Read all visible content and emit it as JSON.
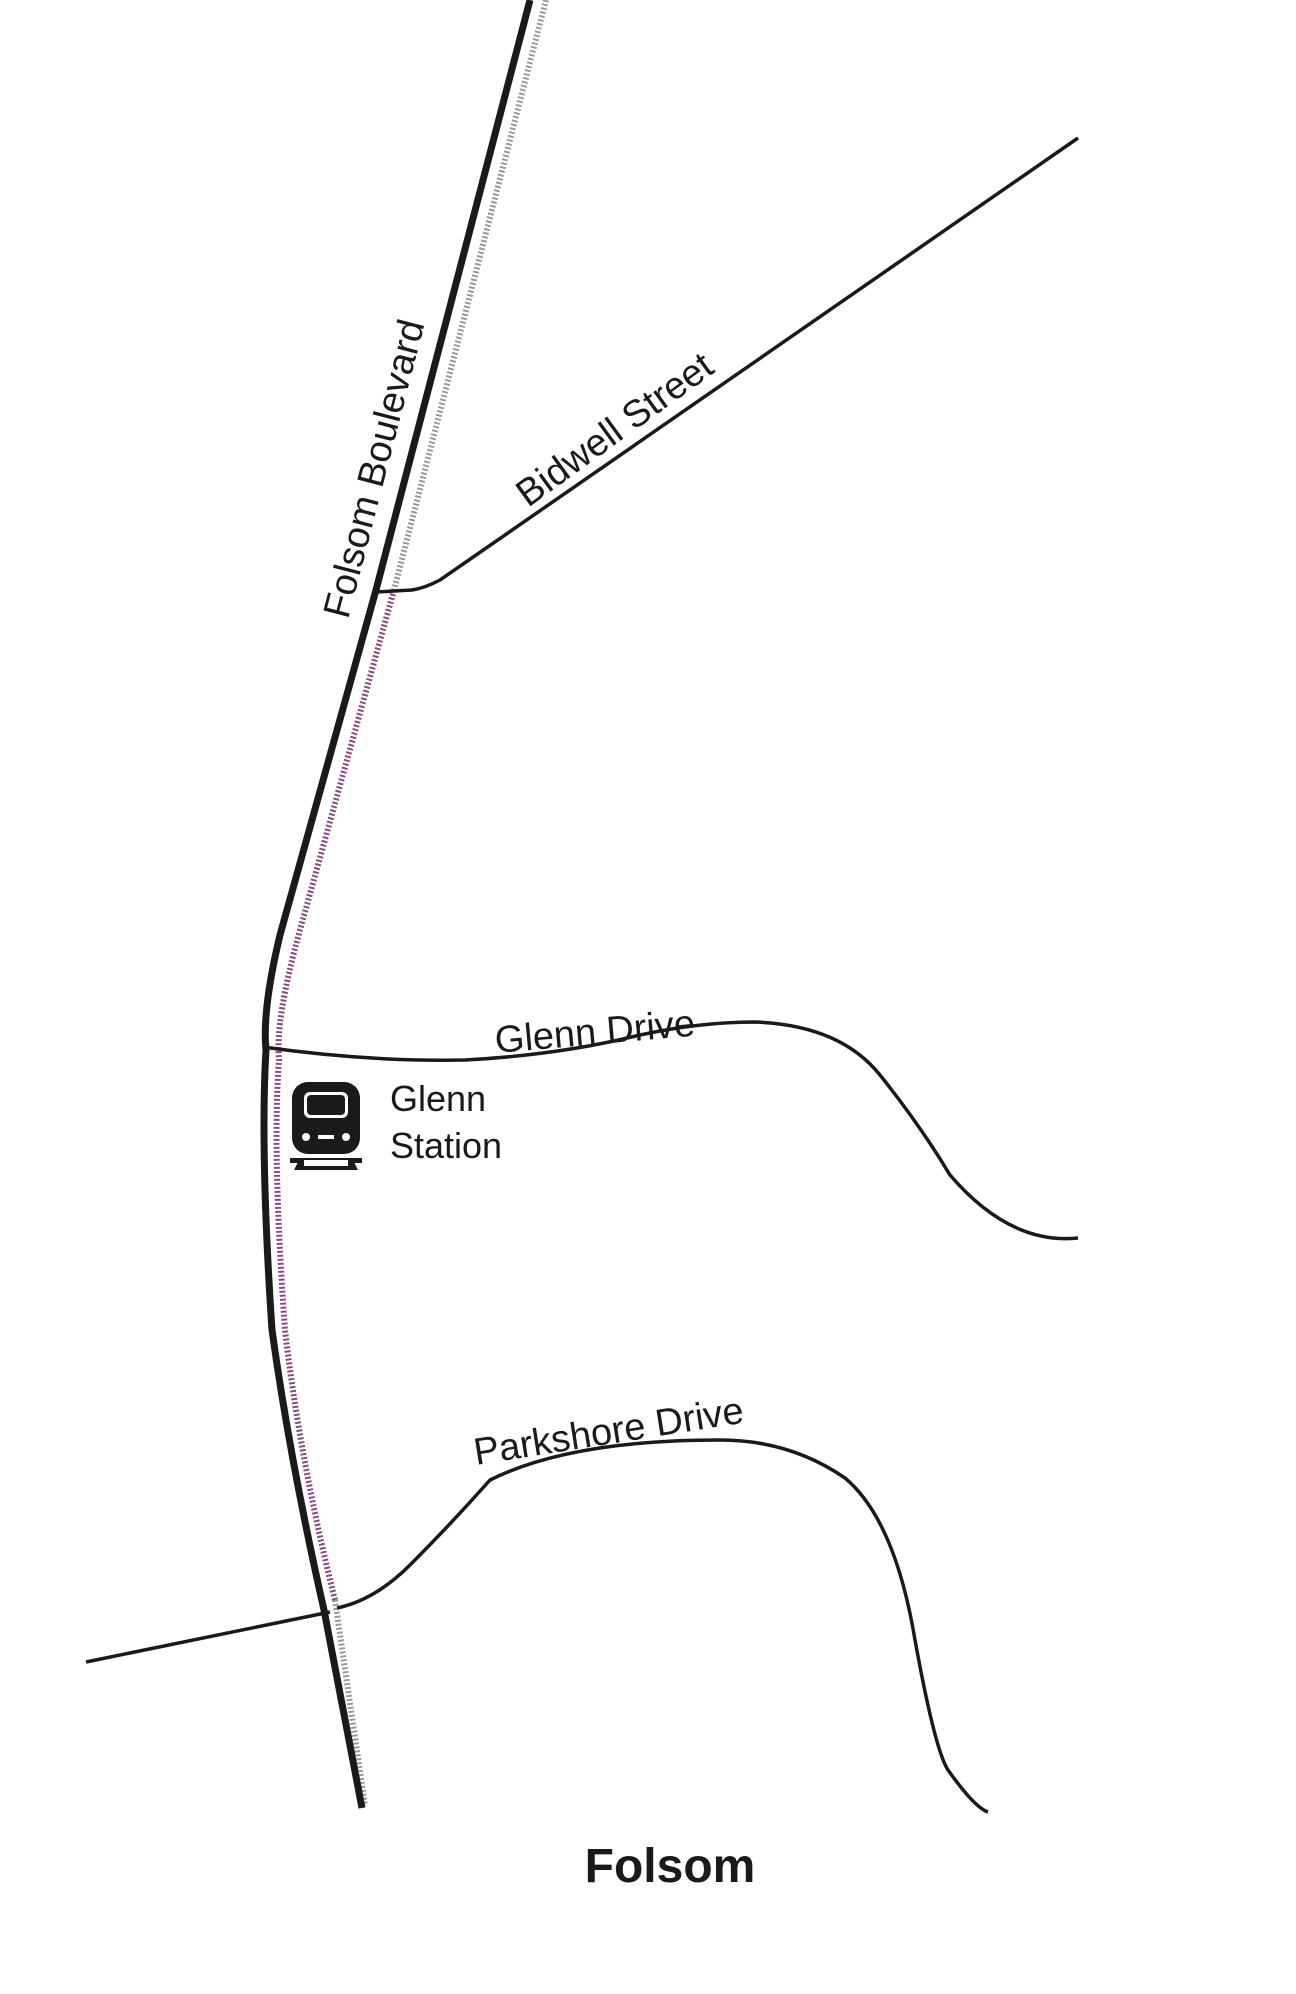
{
  "streets": {
    "folsom_boulevard": "Folsom Boulevard",
    "bidwell_street": "Bidwell Street",
    "glenn_drive": "Glenn Drive",
    "parkshore_drive": "Parkshore Drive"
  },
  "station": {
    "name_line1": "Glenn",
    "name_line2": "Station",
    "icon": "train-icon"
  },
  "city": "Folsom",
  "colors": {
    "road": "#1a1a1a",
    "rail": "#9a9a9a",
    "rail_active": "#8a4a86",
    "background": "#ffffff"
  }
}
